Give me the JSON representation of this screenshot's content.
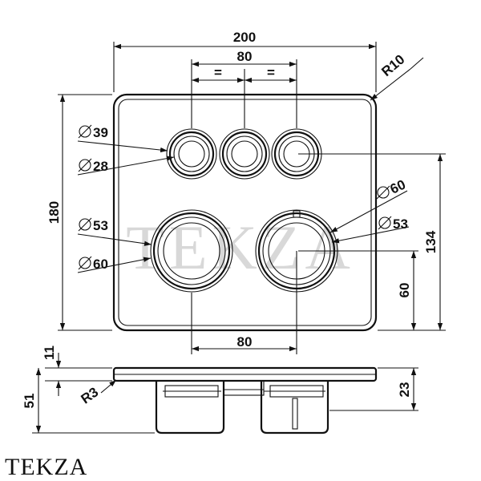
{
  "brand": "TEKZA",
  "watermark": "TEKZA",
  "dimensions": {
    "overall_width": "200",
    "button_span": "80",
    "equal_left": "=",
    "equal_right": "=",
    "corner_radius": "R10",
    "overall_height": "180",
    "button_outer_dia": "39",
    "button_inner_dia": "28",
    "knob_left_inner_dia": "53",
    "knob_left_outer_dia": "60",
    "knob_right_outer_dia": "60",
    "knob_right_inner_dia": "53",
    "button_height": "134",
    "knob_height": "60",
    "knob_span": "80",
    "plate_thickness": "11",
    "edge_radius": "R3",
    "total_depth": "51",
    "body_depth": "23"
  }
}
